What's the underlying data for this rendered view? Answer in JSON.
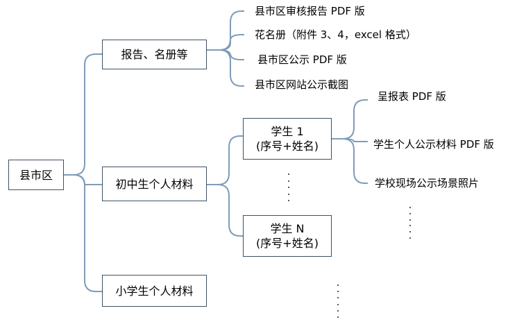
{
  "root": {
    "label": "县市区"
  },
  "branches": [
    {
      "label": "报告、名册等",
      "items": [
        "县市区审核报告 PDF 版",
        "花名册（附件 3、4，excel 格式）",
        "县市区公示 PDF 版",
        "县市区网站公示截图"
      ]
    },
    {
      "label": "初中生个人材料",
      "students": [
        {
          "line1": "学生 1",
          "line2": "(序号+姓名)"
        },
        {
          "line1": "学生 N",
          "line2": "(序号+姓名)"
        }
      ],
      "student_items": [
        "呈报表 PDF 版",
        "学生个人公示材料 PDF 版",
        "学校现场公示场景照片"
      ]
    },
    {
      "label": "小学生个人材料"
    }
  ],
  "colors": {
    "connector": "#7f9cb8",
    "border": "#3f4f63"
  }
}
